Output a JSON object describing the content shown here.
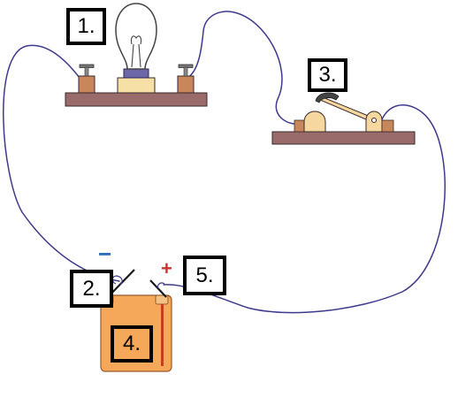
{
  "labels": {
    "bulb": "1.",
    "negative_terminal": "2.",
    "switch": "3.",
    "battery": "4.",
    "positive_terminal": "5."
  },
  "signs": {
    "negative": "−",
    "positive": "+"
  },
  "colors": {
    "wire": "#3d3a8c",
    "board": "#9a6b6b",
    "battery_body": "#f5a85a",
    "negative_sign": "#2e6fb5",
    "positive_sign": "#d23030"
  }
}
